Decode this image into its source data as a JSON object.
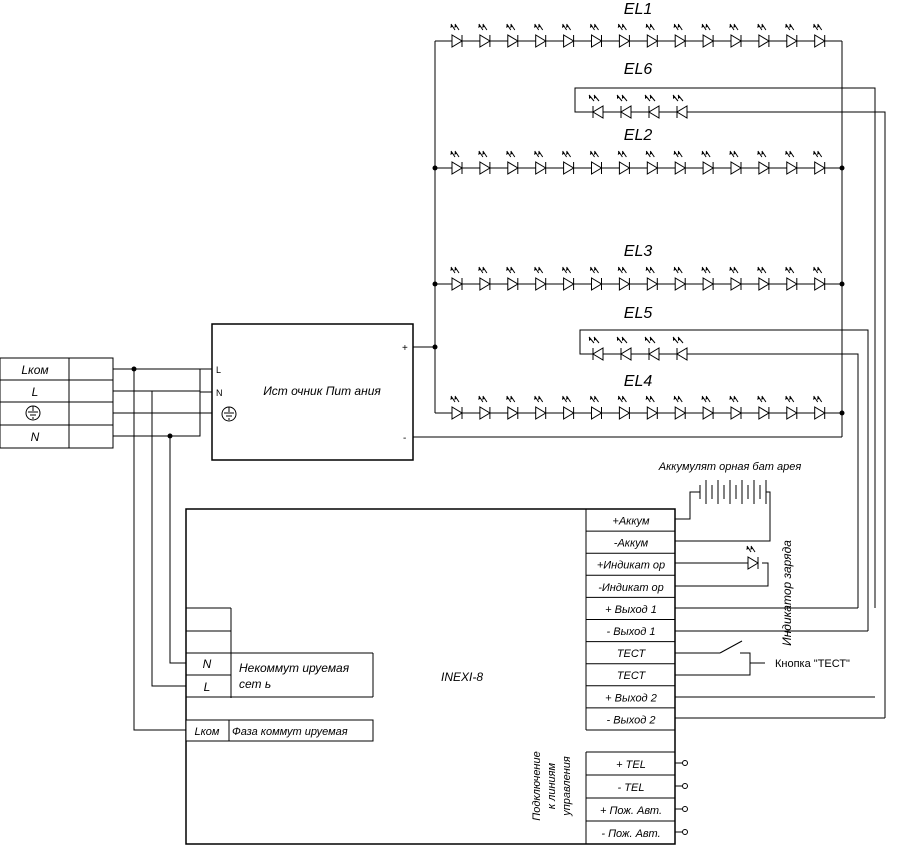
{
  "supply_terminal": {
    "rows": [
      "Lком",
      "L",
      "⏚",
      "N"
    ]
  },
  "power_supply": {
    "label": "Ист очник Пит ания",
    "pin_l": "L",
    "pin_n": "N",
    "pin_plus": "+",
    "pin_minus": "-"
  },
  "led_strings": [
    {
      "label": "EL1",
      "count": 14
    },
    {
      "label": "EL6",
      "count": 4
    },
    {
      "label": "EL2",
      "count": 14
    },
    {
      "label": "EL3",
      "count": 14
    },
    {
      "label": "EL5",
      "count": 4
    },
    {
      "label": "EL4",
      "count": 14
    }
  ],
  "battery_label": "Аккумулят орная бат арея",
  "charge_indicator_label": "Индикатор заряда",
  "test_button_label": "Кнопка \"ТЕСТ\"",
  "controller": {
    "label": "INEXI-8",
    "terminals": [
      "+Аккум",
      "-Аккум",
      "+Индикат ор",
      "-Индикат ор",
      "+ Выход 1",
      "- Выход 1",
      "ТЕСТ",
      "ТЕСТ",
      "+ Выход 2",
      "- Выход 2"
    ],
    "mains_rows": [
      "N",
      "L"
    ],
    "mains_label_1": "Некоммут ируемая",
    "mains_label_2": "сет ь",
    "phase_pin": "Lком",
    "phase_label": "Фаза коммут ируемая",
    "control_terminals": [
      "+ TEL",
      "- TEL",
      "+ Пож. Авт.",
      "- Пож. Авт."
    ],
    "control_label": [
      "Подключение",
      "к линиям",
      "управления"
    ]
  }
}
